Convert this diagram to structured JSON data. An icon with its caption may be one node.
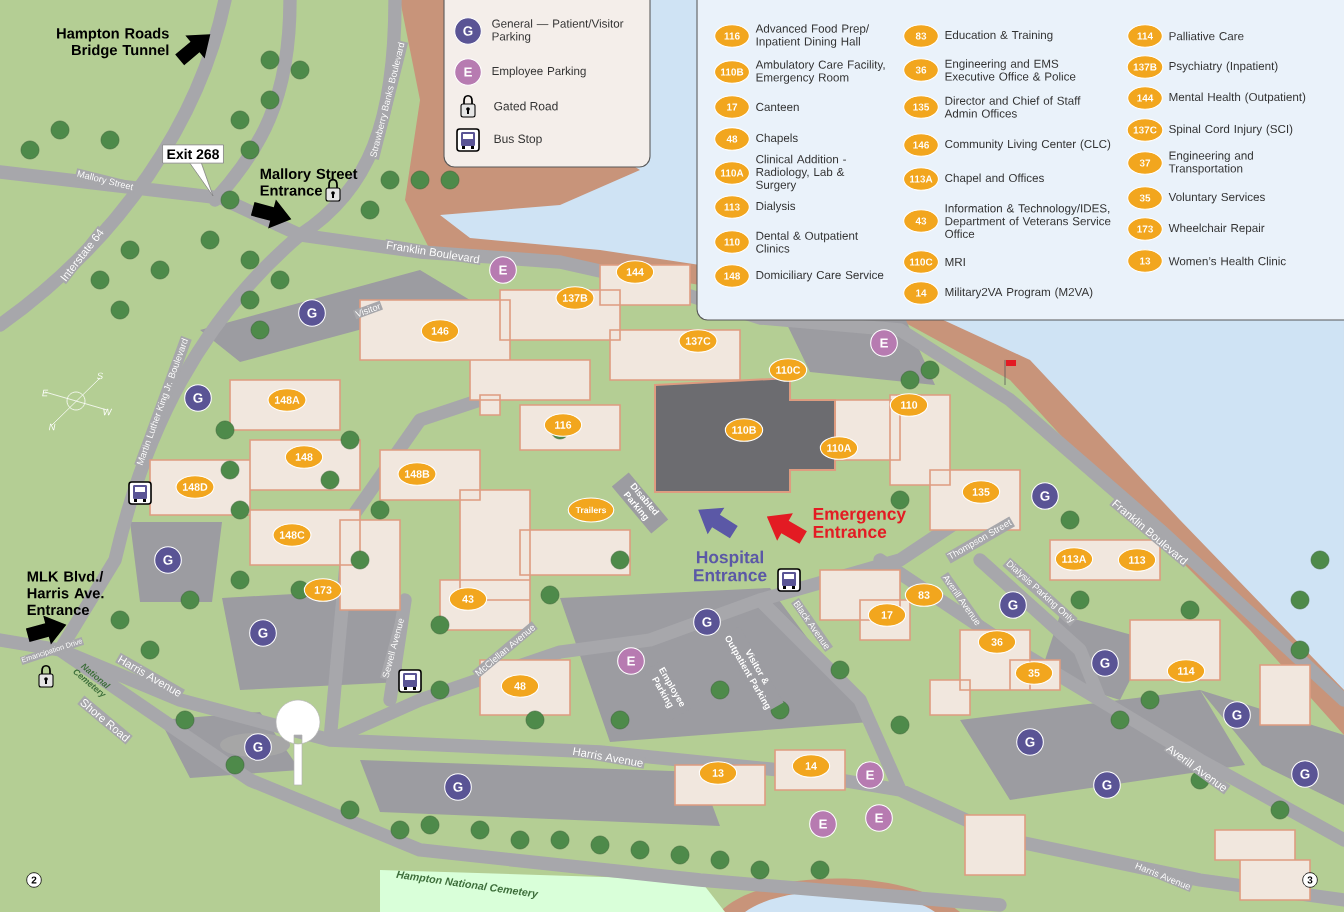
{
  "diagram": {
    "nodes": [
      {
        "text": [
          "G"
        ],
        "beside": [
          "General — Patient/Visitor Parking"
        ]
      },
      {
        "text": [
          "E"
        ],
        "beside": [
          "Employee Parking"
        ]
      },
      {
        "text": [
          "116"
        ],
        "beside": [
          "Advanced Food Prep/ Inpatient Dining Hall"
        ]
      },
      {
        "text": [
          "110B"
        ],
        "beside": [
          "Ambulatory Care Facility, Emergency Room"
        ]
      },
      {
        "text": [
          "17"
        ],
        "beside": [
          "Canteen"
        ]
      },
      {
        "text": [
          "48"
        ],
        "beside": [
          "Chapels"
        ]
      },
      {
        "text": [
          "110A"
        ],
        "beside": [
          "Clinical Addition - Radiology, Lab & Surgery"
        ]
      },
      {
        "text": [
          "113"
        ],
        "beside": [
          "Dialysis"
        ]
      },
      {
        "text": [
          "110"
        ],
        "beside": [
          "Dental & Outpatient Clinics"
        ]
      },
      {
        "text": [
          "148"
        ],
        "beside": [
          "Domiciliary Care Service"
        ]
      },
      {
        "text": [
          "83"
        ],
        "beside": [
          "Education & Training"
        ]
      },
      {
        "text": [
          "36"
        ],
        "beside": [
          "Engineering and EMS Executive Office & Police"
        ]
      },
      {
        "text": [
          "135"
        ],
        "beside": [
          "Director and Chief of Staff Admin Offices"
        ]
      },
      {
        "text": [
          "146"
        ],
        "beside": [
          "Community Living Center (CLC)"
        ]
      },
      {
        "text": [
          "113A"
        ],
        "beside": [
          "Chapel and Offices"
        ]
      },
      {
        "text": [
          "43"
        ],
        "beside": [
          "Information & Technology/IDES, Department of Veterans Service Office"
        ]
      },
      {
        "text": [
          "110C"
        ],
        "beside": [
          "MRI"
        ]
      },
      {
        "text": [
          "14"
        ],
        "beside": [
          "Military2VA Program (M2VA)"
        ]
      },
      {
        "text": [
          "114"
        ],
        "beside": [
          "Palliative Care"
        ]
      },
      {
        "text": [
          "137B"
        ],
        "beside": [
          "Psychiatry (Inpatient)"
        ]
      },
      {
        "text": [
          "144"
        ],
        "beside": [
          "Mental Health (Outpatient)"
        ]
      },
      {
        "text": [
          "137C"
        ],
        "beside": [
          "Spinal Cord Injury (SCI)"
        ]
      },
      {
        "text": [
          "37"
        ],
        "beside": [
          "Engineering and Transportation"
        ]
      },
      {
        "text": [
          "35"
        ],
        "beside": [
          "Voluntary Services"
        ]
      },
      {
        "text": [
          "173"
        ],
        "beside": [
          "Wheelchair Repair"
        ]
      },
      {
        "text": [
          "13"
        ],
        "beside": [
          "Women’s Health Clinic"
        ]
      },
      {
        "text": [
          "Exit 268"
        ]
      },
      {
        "text": [
          "144"
        ]
      },
      {
        "text": [
          "137B"
        ]
      },
      {
        "text": [
          "146"
        ]
      },
      {
        "text": [
          "137C"
        ]
      },
      {
        "text": [
          "110C"
        ]
      },
      {
        "text": [
          "148A"
        ]
      },
      {
        "text": [
          "110"
        ]
      },
      {
        "text": [
          "116"
        ]
      },
      {
        "text": [
          "110B"
        ]
      },
      {
        "text": [
          "110A"
        ]
      },
      {
        "text": [
          "148"
        ]
      },
      {
        "text": [
          "148B"
        ]
      },
      {
        "text": [
          "148D"
        ]
      },
      {
        "text": [
          "Trailers"
        ]
      },
      {
        "text": [
          "135"
        ]
      },
      {
        "text": [
          "148C"
        ]
      },
      {
        "text": [
          "113A"
        ]
      },
      {
        "text": [
          "113"
        ]
      },
      {
        "text": [
          "173"
        ]
      },
      {
        "text": [
          "43"
        ]
      },
      {
        "text": [
          "83"
        ]
      },
      {
        "text": [
          "17"
        ]
      },
      {
        "text": [
          "36"
        ]
      },
      {
        "text": [
          "48"
        ]
      },
      {
        "text": [
          "35"
        ]
      },
      {
        "text": [
          "114"
        ]
      },
      {
        "text": [
          "13"
        ]
      },
      {
        "text": [
          "14"
        ]
      },
      {
        "text": [
          "G"
        ]
      },
      {
        "text": [
          "G"
        ]
      },
      {
        "text": [
          "G"
        ]
      },
      {
        "text": [
          "G"
        ]
      },
      {
        "text": [
          "G"
        ]
      },
      {
        "text": [
          "G"
        ]
      },
      {
        "text": [
          "G"
        ]
      },
      {
        "text": [
          "G"
        ]
      },
      {
        "text": [
          "G"
        ]
      },
      {
        "text": [
          "G"
        ]
      },
      {
        "text": [
          "G"
        ]
      },
      {
        "text": [
          "G"
        ]
      },
      {
        "text": [
          "G"
        ]
      },
      {
        "text": [
          "G"
        ]
      },
      {
        "text": [
          "E"
        ]
      },
      {
        "text": [
          "E"
        ]
      },
      {
        "text": [
          "E"
        ]
      },
      {
        "text": [
          "E"
        ]
      },
      {
        "text": [
          "E"
        ]
      },
      {
        "text": [
          "E"
        ]
      }
    ],
    "labels": [
      "Hampton Roads Bridge Tunnel",
      "Strawberry Banks Boulevard",
      "Mallory Street",
      "Mallory Street Entrance",
      "Interstate 64",
      "Franklin Boulevard",
      "Visitor",
      "Martin Luther King Jr. Boulevard",
      "S",
      "E",
      "W",
      "N",
      "Disabled Parking",
      "Emergency Entrance",
      "Hospital Entrance",
      "Thompson Street",
      "Franklin Boulevard",
      "Averill Avenue",
      "Dialysis Parking Only",
      "MLK Blvd./ Harris Ave. Entrance",
      "Black Avenue",
      "Emancipation Drive",
      "National Cemetery",
      "Harris Avenue",
      "Shore Road",
      "Sewell Avenue",
      "McClellan Avenue",
      "Employee Parking",
      "Visitor & Outpatient Parking",
      "Harris Avenue",
      "Averill Avenue",
      "2",
      "Hampton National Cemetery",
      "Harris Avenue",
      "3"
    ],
    "legend": [
      {
        "text": "Gated Road"
      },
      {
        "text": "Bus Stop"
      }
    ]
  }
}
